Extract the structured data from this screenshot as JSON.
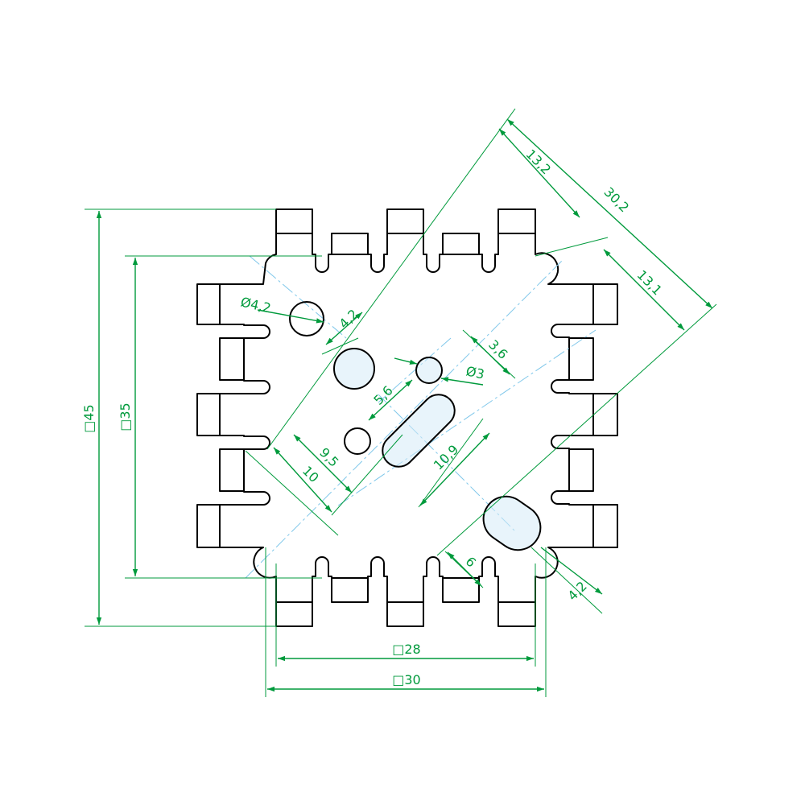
{
  "colors": {
    "outline": "#000000",
    "dimension": "#009a3c",
    "centerline": "#7fc7ea"
  },
  "dimensions": {
    "outer_height": "□45",
    "inner_height": "□35",
    "inner_width": "□28",
    "outer_width": "□30",
    "diag_total": "30,2",
    "diag_upper": "13,2",
    "diag_lower": "13,1",
    "hole_dia_large": "Ø4,2",
    "hole_width": "4,2",
    "hole_dia_small": "Ø3",
    "small_offset": "3,6",
    "spacing_56": "5,6",
    "spacing_95": "9,5",
    "spacing_10": "10",
    "slot_length": "10,9",
    "slot_offset": "6",
    "slot_width": "4,2"
  }
}
